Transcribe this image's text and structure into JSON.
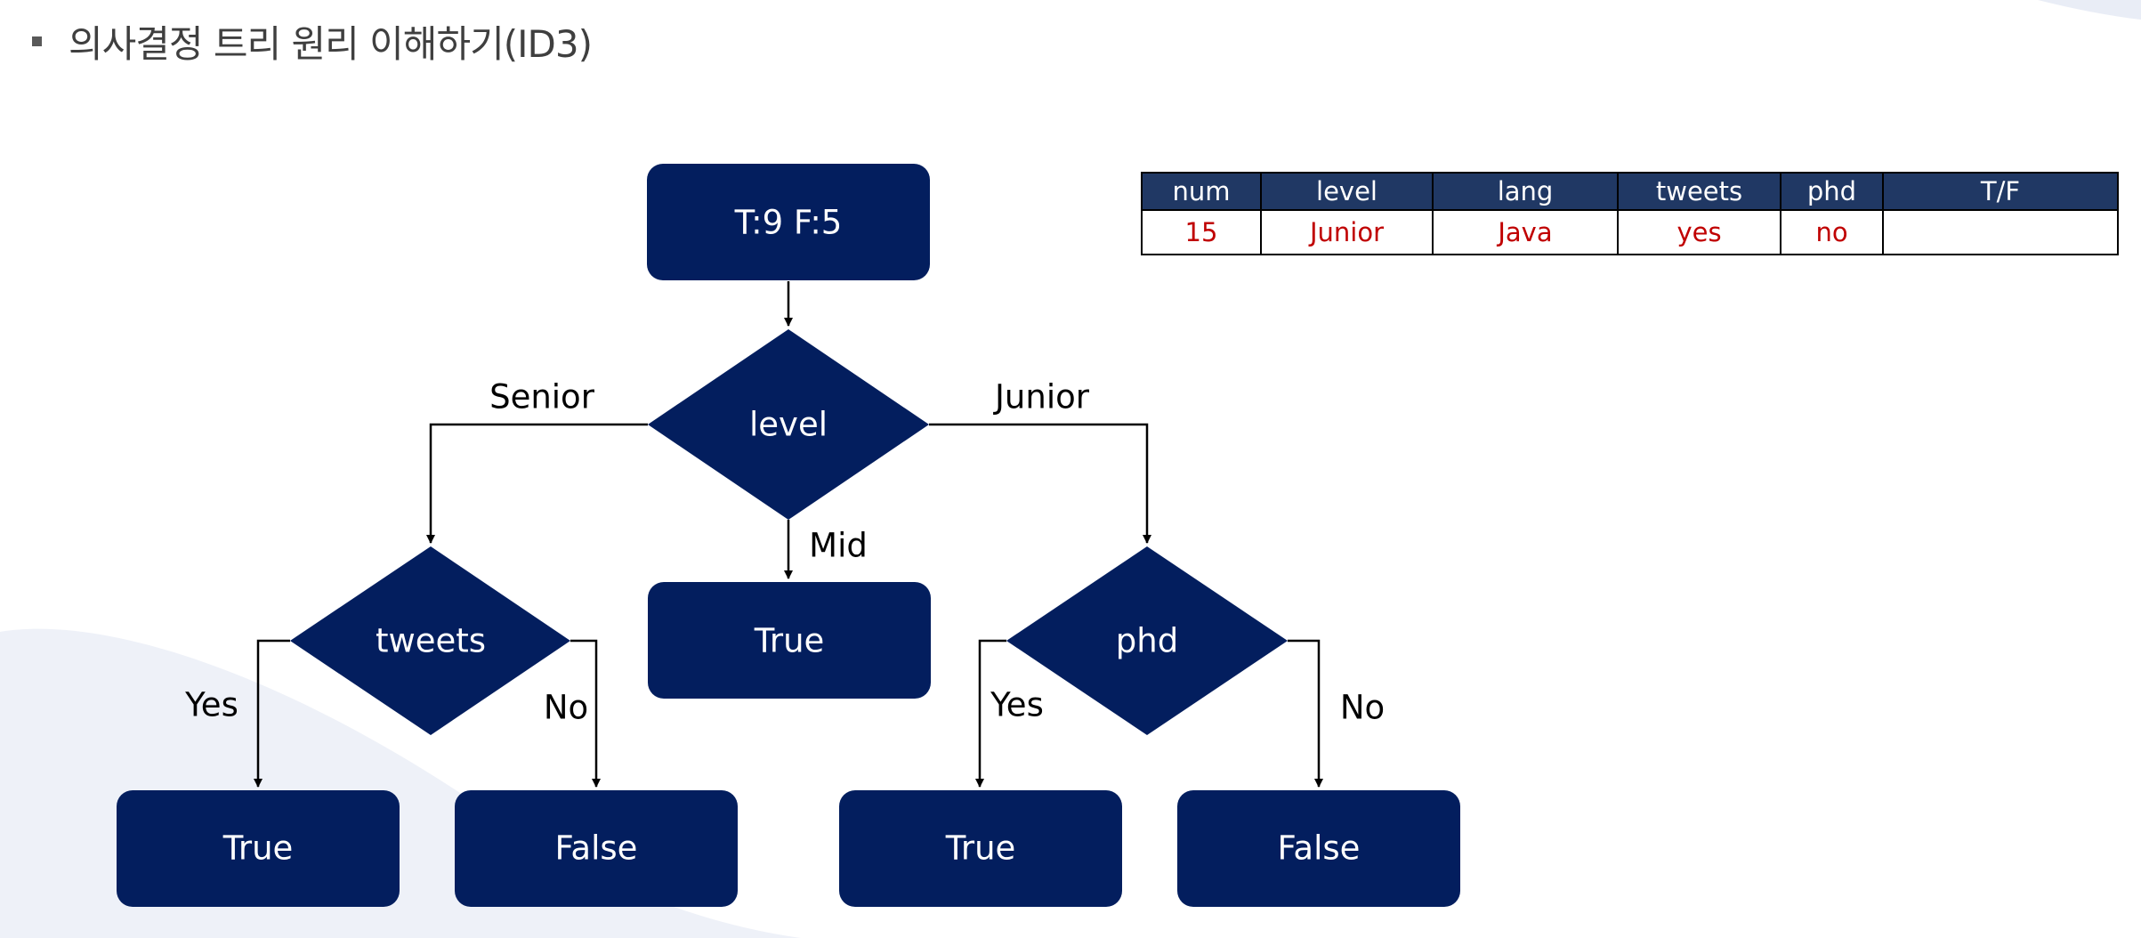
{
  "slide": {
    "title": "의사결정 트리 원리 이해하기(ID3)"
  },
  "colors": {
    "node_fill": "#031e5e",
    "table_header": "#203864",
    "test_value_text": "#c00000"
  },
  "tree": {
    "root_label": "T:9 F:5",
    "level_label": "level",
    "edge_senior": "Senior",
    "edge_mid": "Mid",
    "edge_junior": "Junior",
    "mid_leaf": "True",
    "tweets_label": "tweets",
    "tweets_yes": "Yes",
    "tweets_no": "No",
    "tweets_yes_leaf": "True",
    "tweets_no_leaf": "False",
    "phd_label": "phd",
    "phd_yes": "Yes",
    "phd_no": "No",
    "phd_yes_leaf": "True",
    "phd_no_leaf": "False"
  },
  "table": {
    "headers": [
      "num",
      "level",
      "lang",
      "tweets",
      "phd",
      "T/F"
    ],
    "row": [
      "15",
      "Junior",
      "Java",
      "yes",
      "no",
      ""
    ]
  }
}
